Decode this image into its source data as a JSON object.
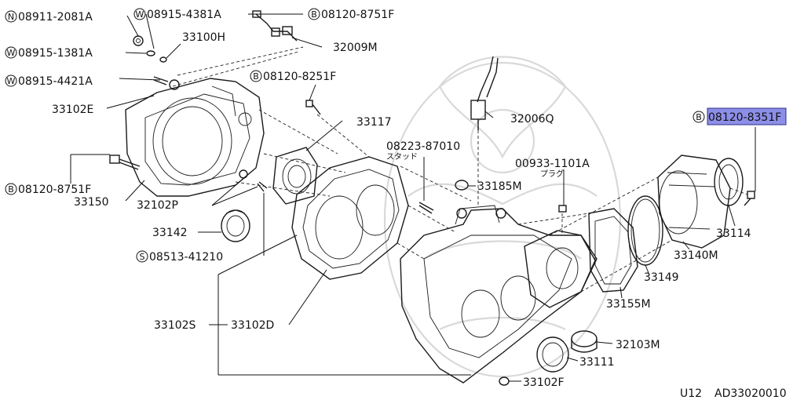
{
  "labels": {
    "n_08911_2081a": "08911-2081A",
    "w_08915_4381a": "08915-4381A",
    "b_08120_8751f_top": "08120-8751F",
    "w_08915_1381a": "08915-1381A",
    "p_33100h": "33100H",
    "p_32009m": "32009M",
    "w_08915_4421a": "08915-4421A",
    "b_08120_8251f": "08120-8251F",
    "p_33102e": "33102E",
    "p_33117": "33117",
    "p_32006q": "32006Q",
    "b_08120_8351f": "08120-8351F",
    "p_08223_87010": "08223-87010",
    "stud_jp": "スタッド",
    "p_00933_1101a": "00933-1101A",
    "plug_jp": "プラグ",
    "b_08120_8751f_left": "08120-8751F",
    "p_33150": "33150",
    "p_32102p": "32102P",
    "p_33185m": "33185M",
    "p_33142": "33142",
    "s_08513_41210": "08513-41210",
    "p_33114": "33114",
    "p_33140m": "33140M",
    "p_33149": "33149",
    "p_33155m": "33155M",
    "p_33102s": "33102S",
    "p_33102d": "33102D",
    "p_32103m": "32103M",
    "p_33111": "33111",
    "p_33102f": "33102F"
  },
  "prefix_letters": {
    "n": "N",
    "w": "W",
    "b": "B",
    "s": "S"
  },
  "footer": {
    "page_code": "U12",
    "figure_code": "AD33020010"
  },
  "highlight_color": "#8c8ee8"
}
